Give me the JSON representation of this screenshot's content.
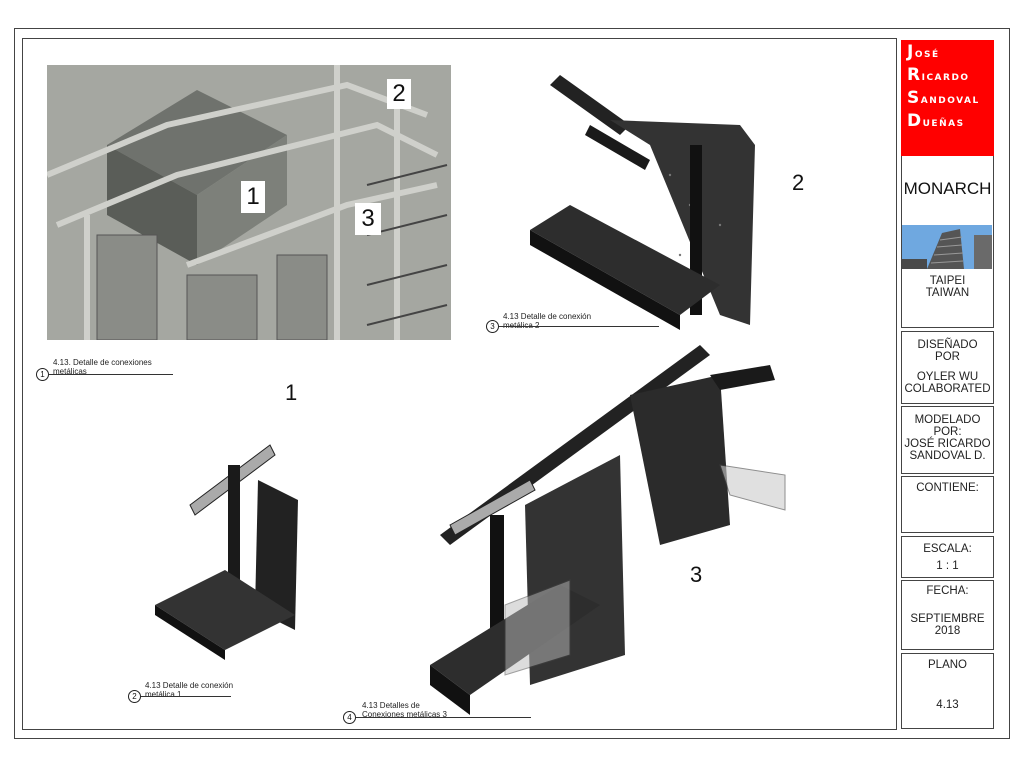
{
  "title_block": {
    "author_lines": [
      {
        "initial": "J",
        "rest": "OSÉ"
      },
      {
        "initial": "R",
        "rest": "ICARDO"
      },
      {
        "initial": "S",
        "rest": "ANDOVAL"
      },
      {
        "initial": "D",
        "rest": "UEÑAS"
      }
    ],
    "project": "MONARCH",
    "location_line1": "TAIPEI",
    "location_line2": "TAIWAN",
    "designed_label_1": "DISEÑADO",
    "designed_label_2": "POR",
    "designed_value_1": "OYLER WU",
    "designed_value_2": "COLABORATED",
    "modeled_label_1": "MODELADO",
    "modeled_label_2": "POR:",
    "modeled_value_1": "JOSÉ RICARDO",
    "modeled_value_2": "SANDOVAL D.",
    "contains_label": "CONTIENE:",
    "scale_label": "ESCALA:",
    "scale_value": "1 : 1",
    "date_label": "FECHA:",
    "date_value_1": "SEPTIEMBRE",
    "date_value_2": "2018",
    "sheet_label": "PLANO",
    "sheet_value": "4.13",
    "accent_color": "#ff0000"
  },
  "views": [
    {
      "number": "1",
      "title_1": "4.13. Detalle de conexiones",
      "title_2": "metálicas"
    },
    {
      "number": "2",
      "title_1": "4.13 Detalle de conexión",
      "title_2": "metálica 1"
    },
    {
      "number": "3",
      "title_1": "4.13 Detalle de conexión",
      "title_2": "metálica 2"
    },
    {
      "number": "4",
      "title_1": "4.13 Detalles de",
      "title_2": "Conexiones metálicas 3"
    }
  ],
  "photo_tags": [
    "1",
    "2",
    "3"
  ],
  "detail_labels": [
    "1",
    "2",
    "3"
  ]
}
